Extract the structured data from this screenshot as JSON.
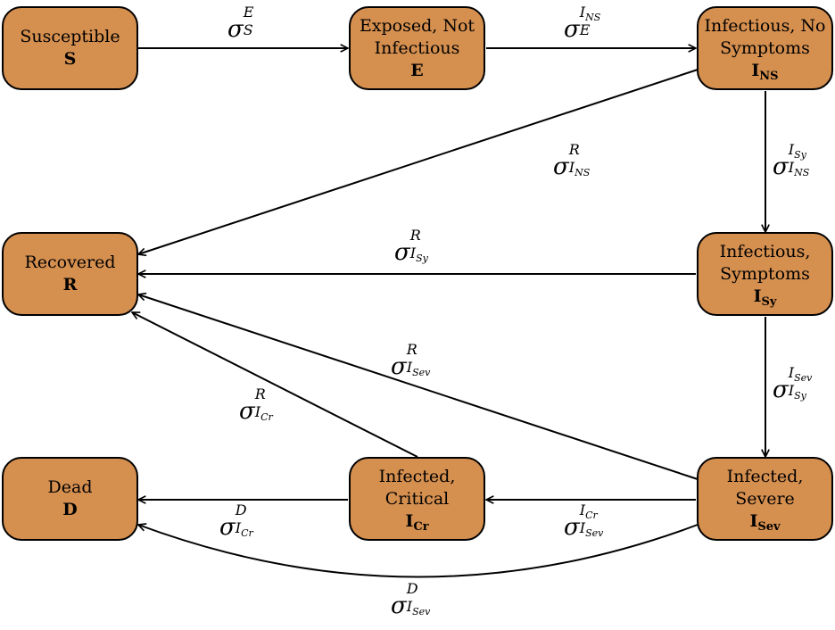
{
  "nodes": {
    "susceptible": {
      "label": "Susceptible",
      "symbol": "S"
    },
    "exposed": {
      "label": "Exposed, Not Infectious",
      "symbol": "E"
    },
    "ins": {
      "label": "Infectious, No Symptoms",
      "symbol": "I",
      "symbol_sub": "NS"
    },
    "recovered": {
      "label": "Recovered",
      "symbol": "R"
    },
    "isy": {
      "label": "Infectious, Symptoms",
      "symbol": "I",
      "symbol_sub": "Sy"
    },
    "dead": {
      "label": "Dead",
      "symbol": "D"
    },
    "icr": {
      "label": "Infected, Critical",
      "symbol": "I",
      "symbol_sub": "Cr"
    },
    "isev": {
      "label": "Infected, Severe",
      "symbol": "I",
      "symbol_sub": "Sev"
    }
  },
  "rates": {
    "s_e": {
      "base": "σ",
      "sup": "E",
      "sub": "S"
    },
    "e_ins": {
      "base": "σ",
      "sup": "I",
      "sup_sub": "NS",
      "sub": "E"
    },
    "ins_r": {
      "base": "σ",
      "sup": "R",
      "sub": "I",
      "sub_sub": "NS"
    },
    "ins_isy": {
      "base": "σ",
      "sup": "I",
      "sup_sub": "Sy",
      "sub": "I",
      "sub_sub": "NS"
    },
    "isy_r": {
      "base": "σ",
      "sup": "R",
      "sub": "I",
      "sub_sub": "Sy"
    },
    "isev_r": {
      "base": "σ",
      "sup": "R",
      "sub": "I",
      "sub_sub": "Sev"
    },
    "isy_isev": {
      "base": "σ",
      "sup": "I",
      "sup_sub": "Sev",
      "sub": "I",
      "sub_sub": "Sy"
    },
    "icr_r": {
      "base": "σ",
      "sup": "R",
      "sub": "I",
      "sub_sub": "Cr"
    },
    "icr_d": {
      "base": "σ",
      "sup": "D",
      "sub": "I",
      "sub_sub": "Cr"
    },
    "isev_icr": {
      "base": "σ",
      "sup": "I",
      "sup_sub": "Cr",
      "sub": "I",
      "sub_sub": "Sev"
    },
    "isev_d": {
      "base": "σ",
      "sup": "D",
      "sub": "I",
      "sub_sub": "Sev"
    }
  },
  "colors": {
    "node_fill": "#d58f4f",
    "stroke": "#000000"
  }
}
